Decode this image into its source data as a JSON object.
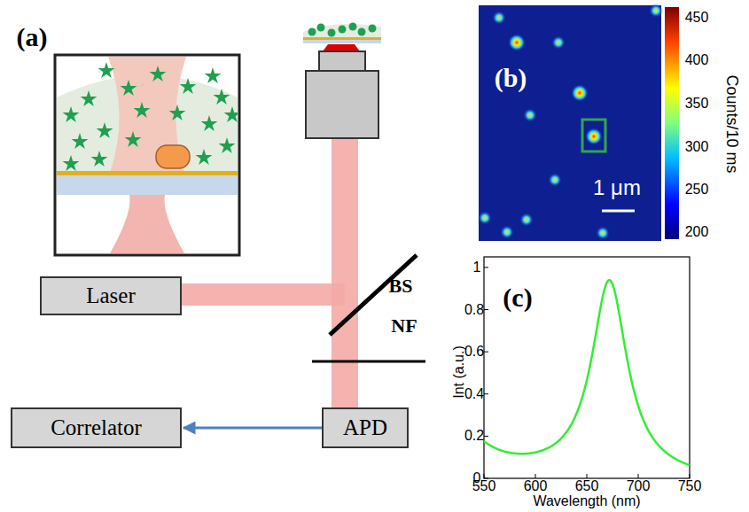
{
  "diagram": {
    "nodes": [
      {
        "text": [
          "Laser"
        ]
      },
      {
        "text": [
          "Correlator"
        ]
      },
      {
        "text": [
          "APD"
        ]
      }
    ],
    "edges": [
      {
        "from": 2,
        "to": 1,
        "arrow": "to"
      }
    ],
    "labels": [
      "(a)",
      "BS",
      "NF",
      "(b)",
      "1 μm",
      "450",
      "400",
      "350",
      "300",
      "250",
      "200",
      "Counts/10 ms",
      "(c)",
      "Int (a.u.)",
      "Wavelength (nm)",
      "0",
      "0.2",
      "0.4",
      "0.6",
      "0.8",
      "1",
      "550",
      "600",
      "650",
      "700",
      "750"
    ]
  }
}
